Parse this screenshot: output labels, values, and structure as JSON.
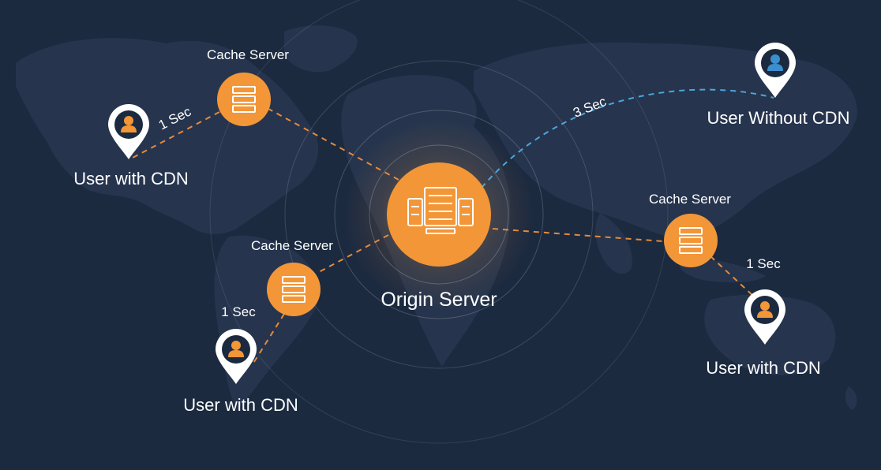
{
  "origin": {
    "label": "Origin Server"
  },
  "cache_servers": [
    {
      "label": "Cache Server"
    },
    {
      "label": "Cache Server"
    },
    {
      "label": "Cache Server"
    }
  ],
  "users": [
    {
      "label": "User with CDN"
    },
    {
      "label": "User with CDN"
    },
    {
      "label": "User with CDN"
    },
    {
      "label": "User Without CDN"
    }
  ],
  "latencies": [
    {
      "label": "1 Sec"
    },
    {
      "label": "1 Sec"
    },
    {
      "label": "1 Sec"
    },
    {
      "label": "3 Sec"
    }
  ],
  "colors": {
    "background": "#1c2a40",
    "map": "#26354d",
    "accent": "#f39638",
    "cdn_link": "#e58a3a",
    "no_cdn_link": "#4aa6db",
    "pin": "#ffffff",
    "user_icon_cdn": "#f39638",
    "user_icon_no_cdn": "#3b8fcf"
  }
}
